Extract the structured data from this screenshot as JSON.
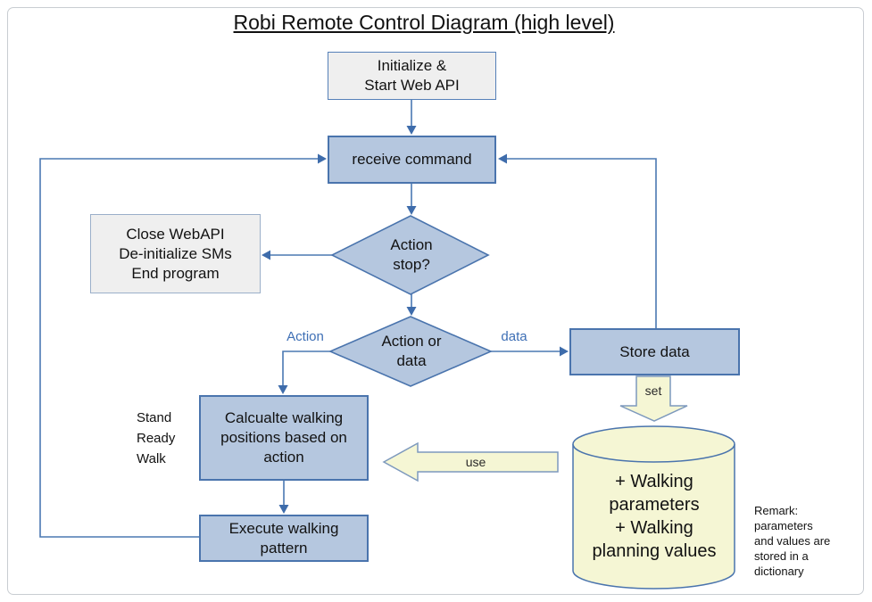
{
  "title": "Robi Remote Control Diagram (high level)",
  "nodes": {
    "initialize": {
      "label": "Initialize &\nStart Web API"
    },
    "receive_command": {
      "label": "receive command"
    },
    "action_stop": {
      "label": "Action\nstop?"
    },
    "close_webapi": {
      "label": "Close WebAPI\nDe-initialize SMs\nEnd program"
    },
    "action_or_data": {
      "label": "Action or\ndata"
    },
    "store_data": {
      "label": "Store data"
    },
    "calculate_walking": {
      "label": "Calcualte walking\npositions based on\naction"
    },
    "execute_walking": {
      "label": "Execute walking\npattern"
    },
    "walking_db": {
      "label": "+ Walking\nparameters\n+ Walking\nplanning values"
    }
  },
  "edge_labels": {
    "action": "Action",
    "data": "data",
    "set": "set",
    "use": "use"
  },
  "annotations": {
    "states": "Stand\nReady\nWalk",
    "remark": "Remark:\nparameters\nand values are\nstored in a\ndictionary"
  },
  "colors": {
    "node_fill": "#b5c7df",
    "node_border": "#4a74ad",
    "connector_line": "#4a78b2",
    "gray_fill": "#efefef",
    "cream_fill": "#f5f6d4",
    "cream_border": "#7d99bd",
    "edge_label_blue": "#3e6fb5"
  }
}
